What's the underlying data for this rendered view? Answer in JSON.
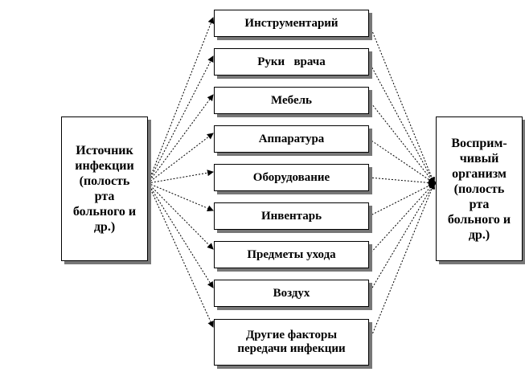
{
  "source": {
    "lines": [
      "Источник",
      "инфекции",
      "(полость",
      "рта",
      "больного и",
      "др.)"
    ]
  },
  "target": {
    "lines": [
      "Восприм-",
      "чивый",
      "организм",
      "(полость",
      "рта",
      "больного и",
      "др.)"
    ]
  },
  "factors": [
    {
      "label": "Инструментарий"
    },
    {
      "label": "Руки   врача"
    },
    {
      "label": "Мебель"
    },
    {
      "label": "Аппаратура"
    },
    {
      "label": "Оборудование"
    },
    {
      "label": "Инвентарь"
    },
    {
      "label": "Предметы ухода"
    },
    {
      "label": "Воздух"
    },
    {
      "lines": [
        "Другие факторы",
        "передачи инфекции"
      ]
    }
  ]
}
